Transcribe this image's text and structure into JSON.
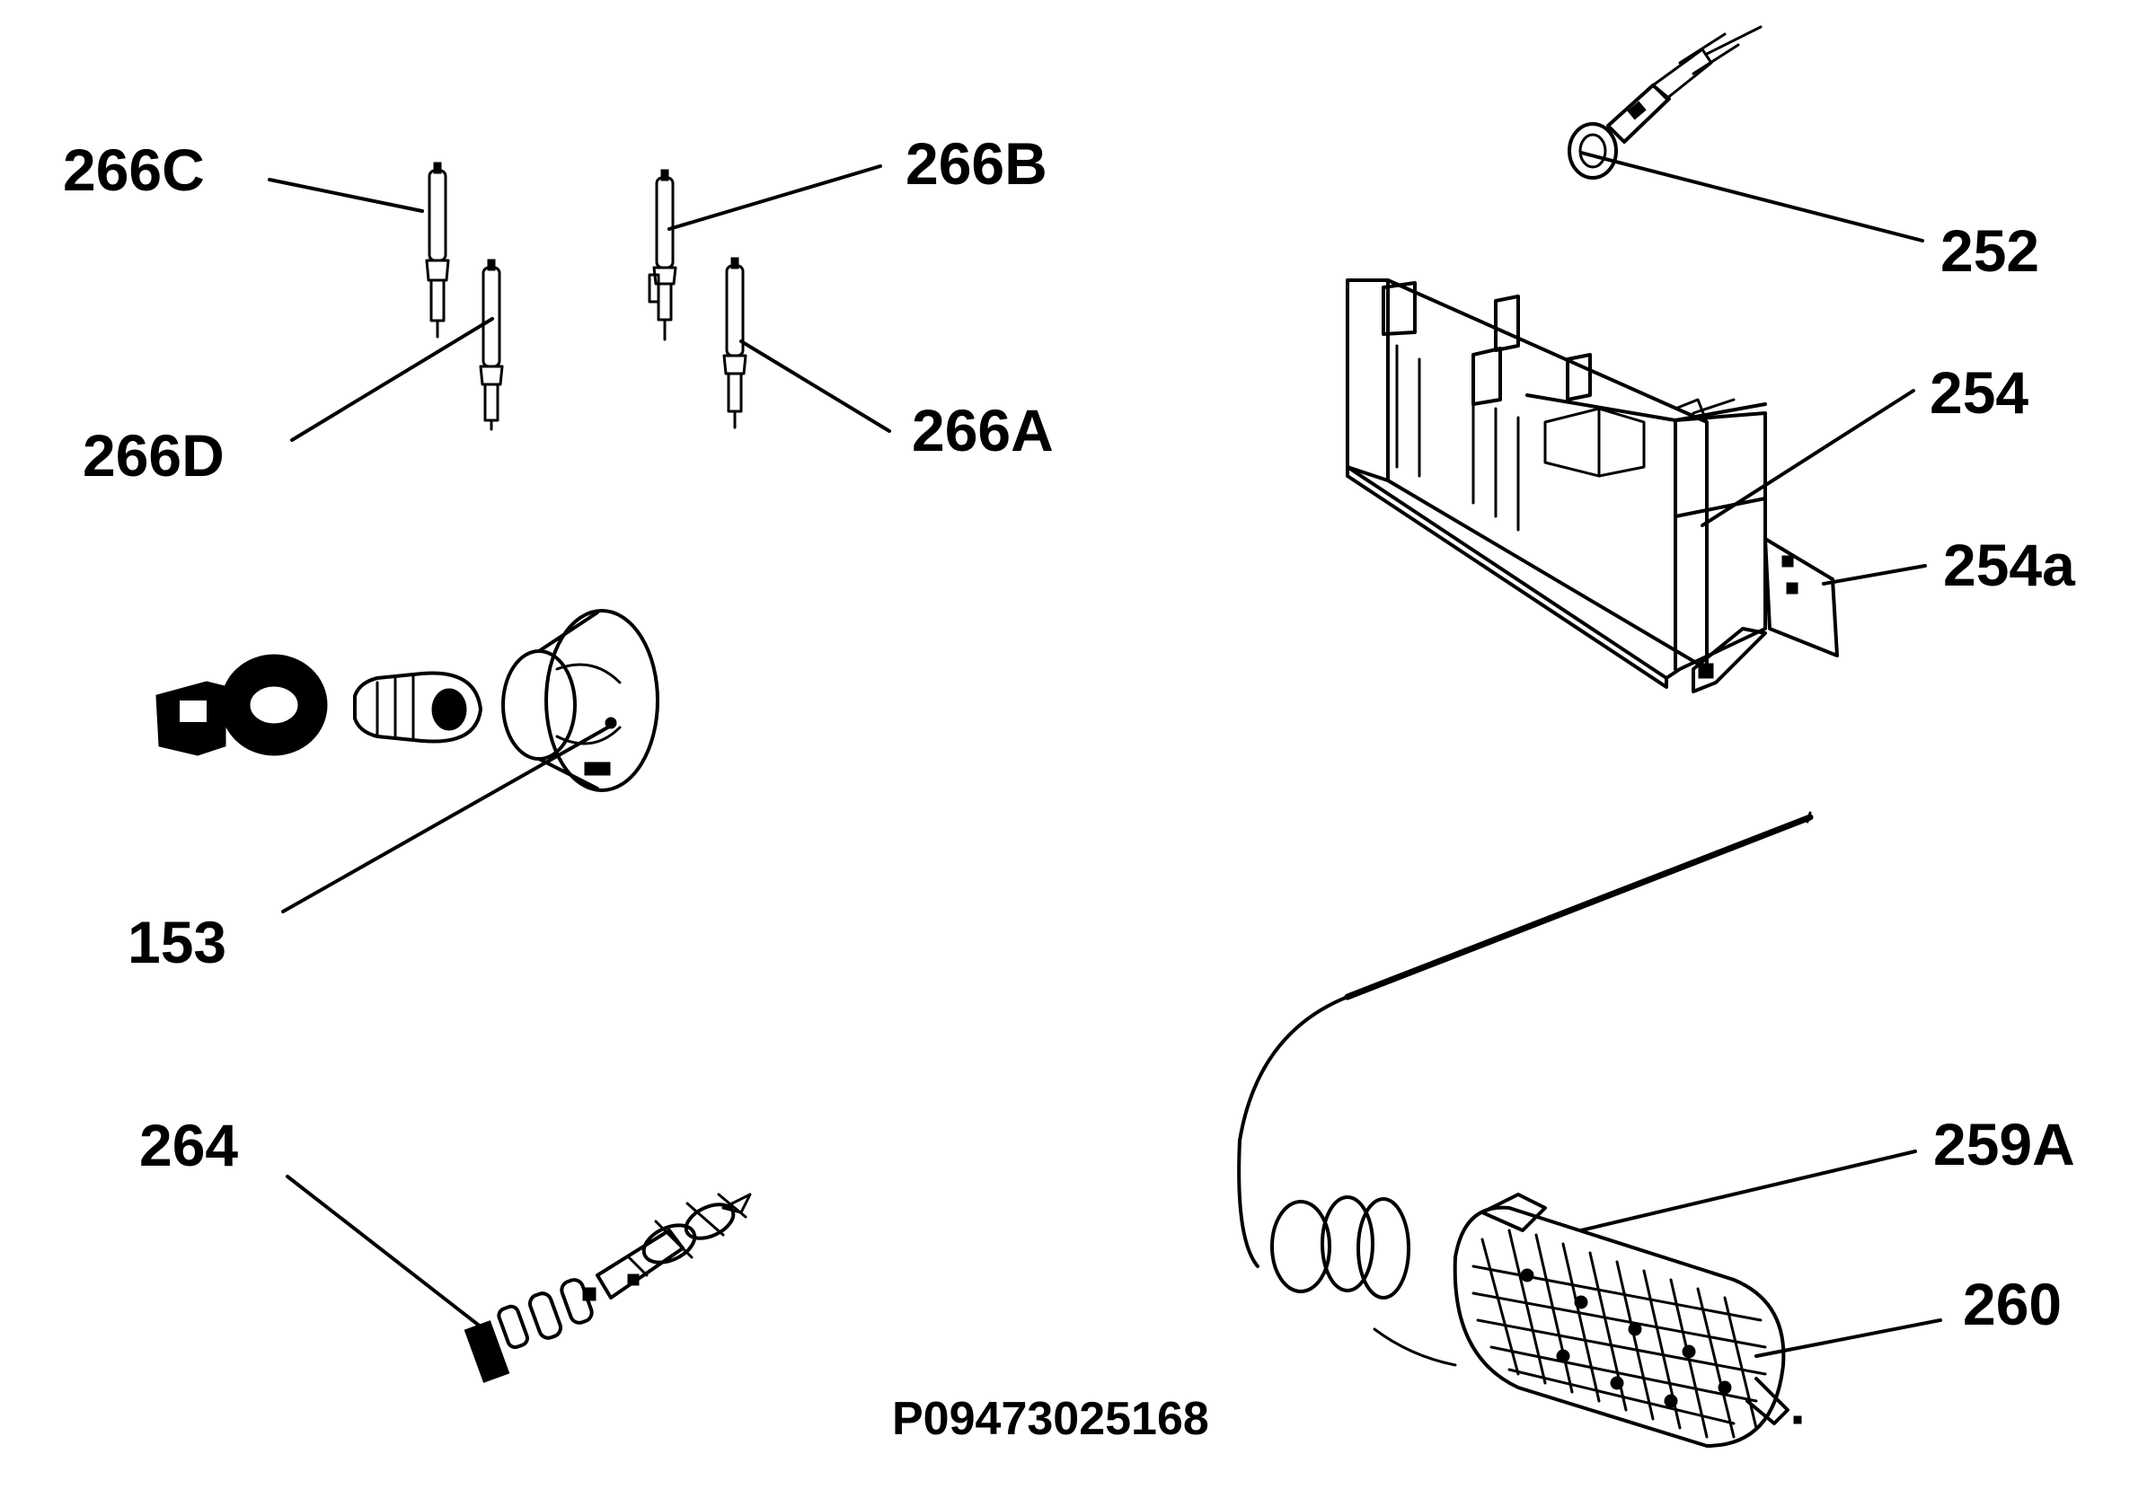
{
  "labels": {
    "l266c": "266C",
    "l266b": "266B",
    "l252": "252",
    "l266d": "266D",
    "l266a": "266A",
    "l254": "254",
    "l254a": "254a",
    "l153": "153",
    "l264": "264",
    "l259a": "259A",
    "l260": "260"
  },
  "code": "P09473025168"
}
